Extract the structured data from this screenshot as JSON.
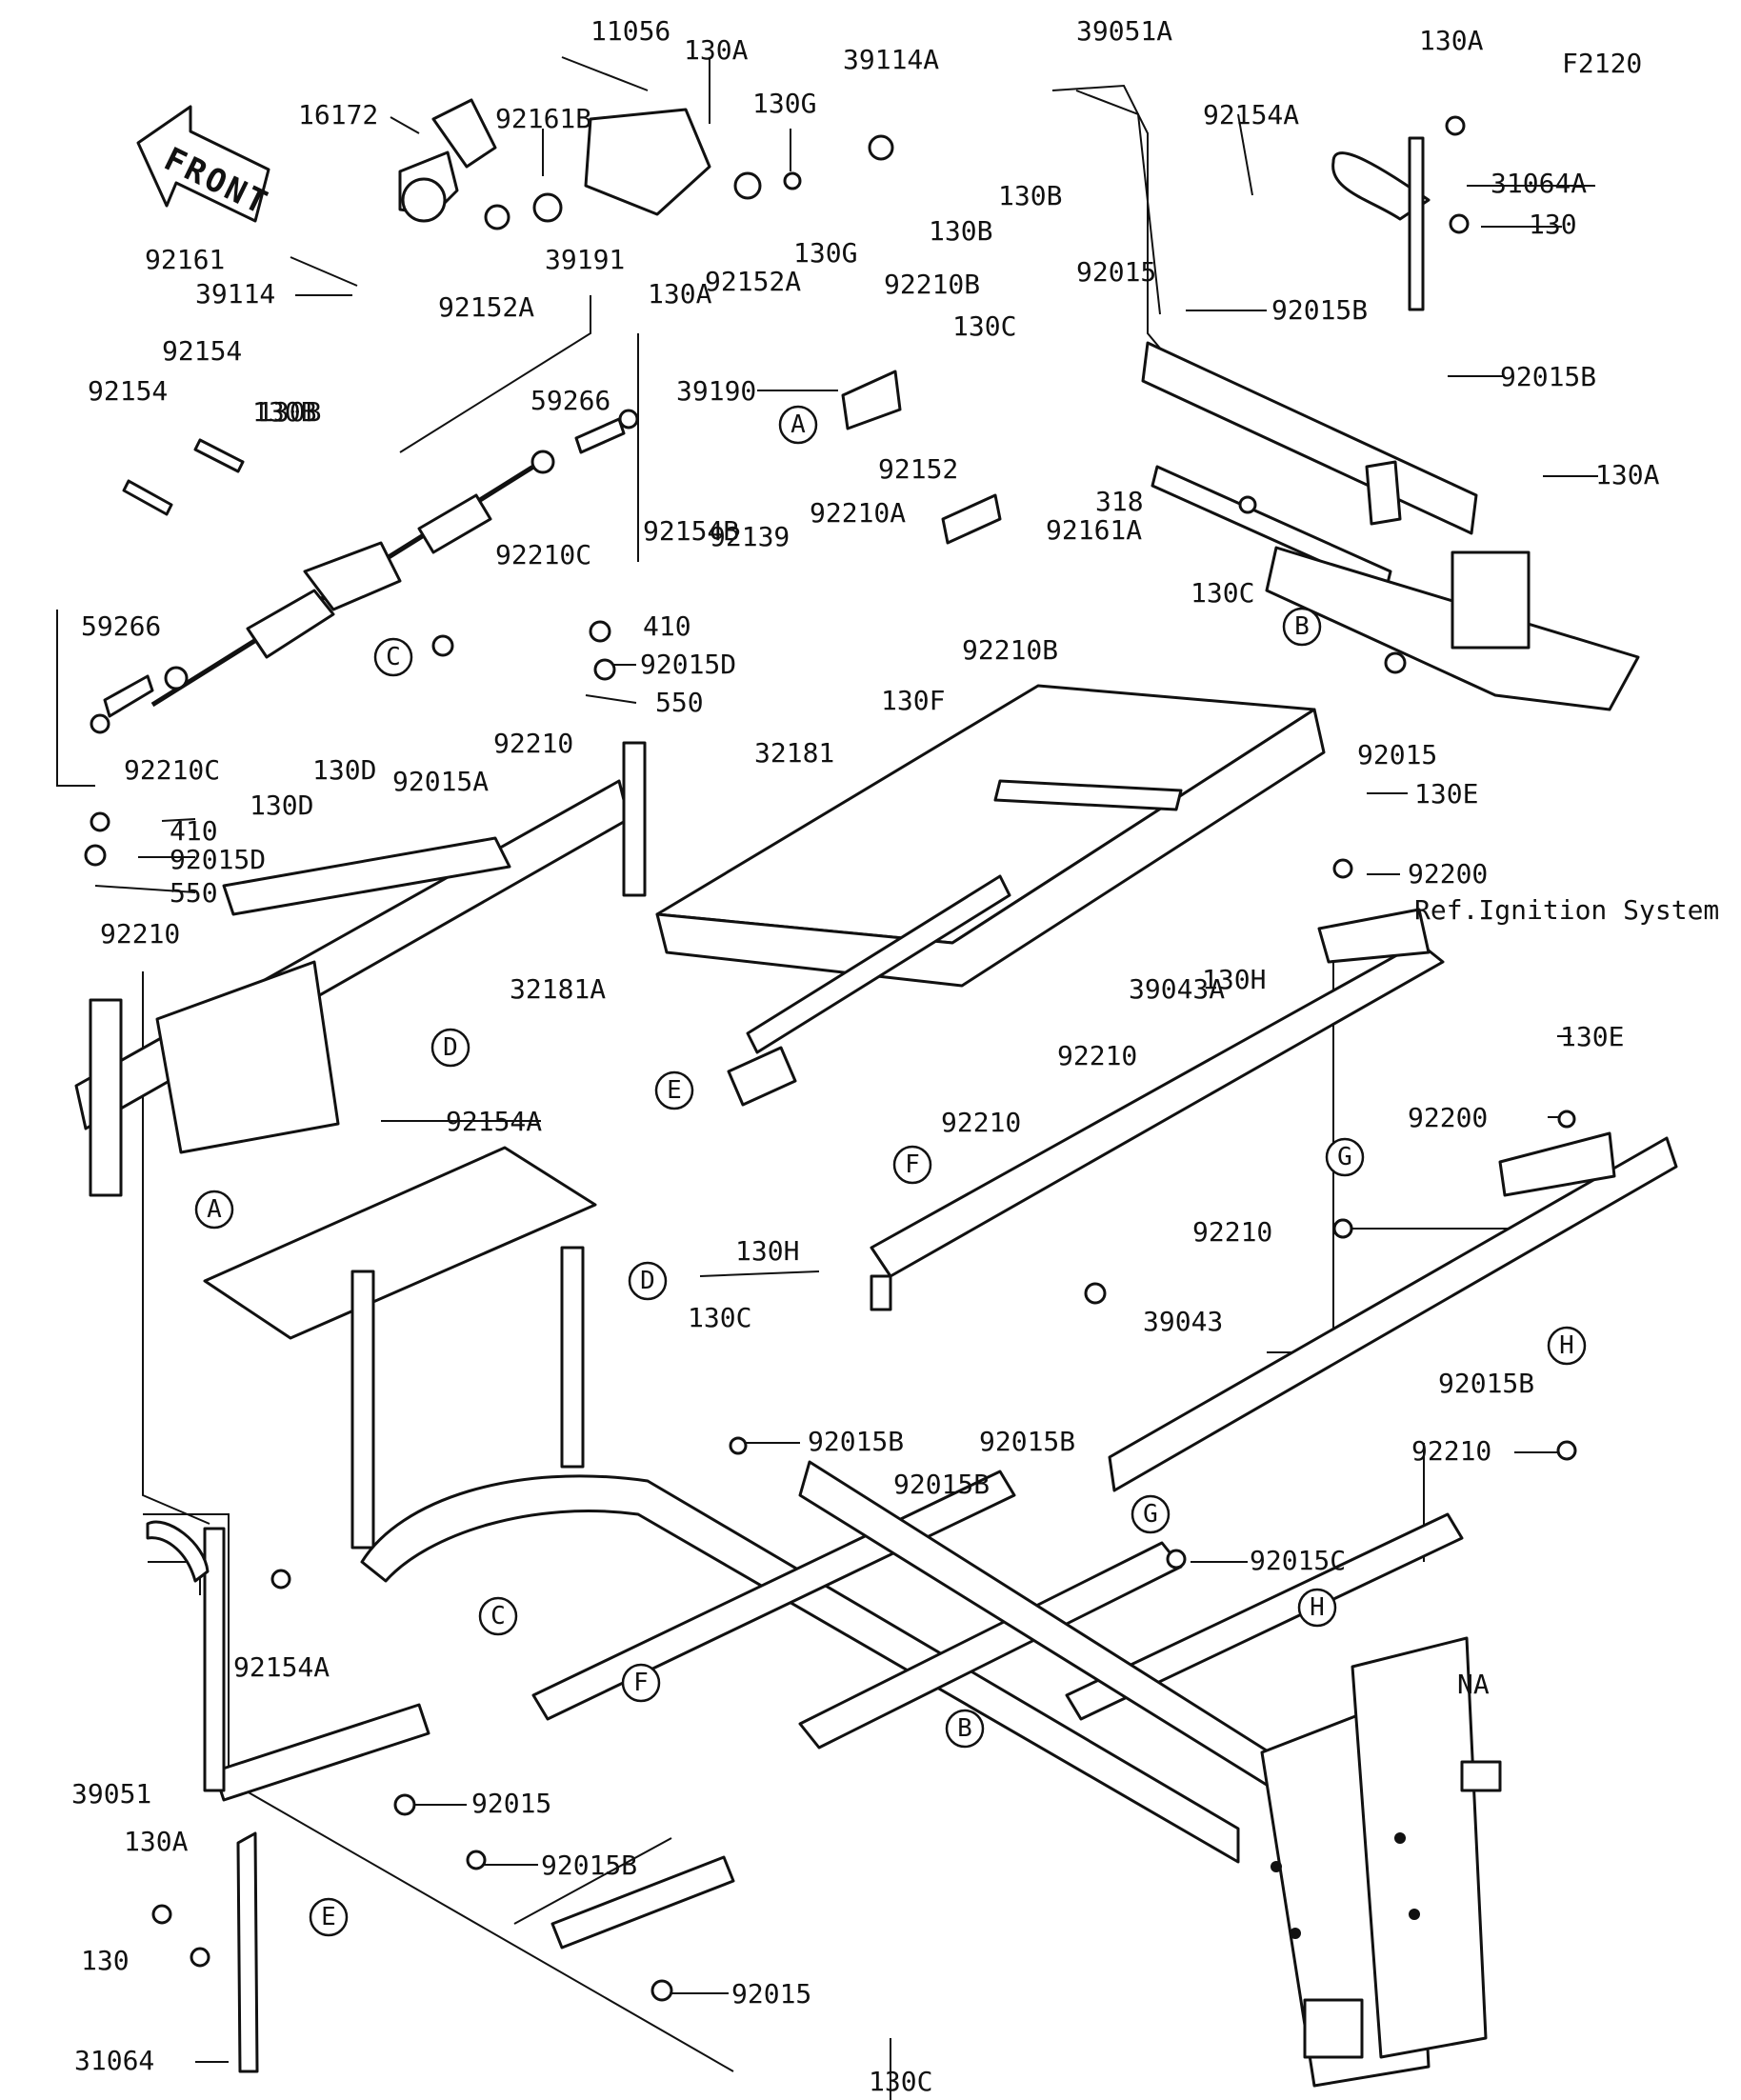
{
  "figure_code": "F2120",
  "front_label": "FRONT",
  "ref_note": "Ref.Ignition System",
  "callouts": [
    "11056",
    "130A",
    "39114A",
    "39051A",
    "130A",
    "16172",
    "92161B",
    "130G",
    "92154A",
    "31064A",
    "130B",
    "130B",
    "130",
    "92161",
    "39114",
    "92152A",
    "92152A",
    "39191",
    "130A",
    "130G",
    "92015",
    "92015B",
    "130B",
    "92210B",
    "130C",
    "92154",
    "130B",
    "59266",
    "92015B",
    "92154",
    "39190",
    "130A",
    "92152",
    "318",
    "92210C",
    "92161A",
    "92154B",
    "92139",
    "92210A",
    "130C",
    "410",
    "92210B",
    "59266",
    "92015D",
    "550",
    "130F",
    "92015",
    "92210C",
    "92015A",
    "32181",
    "92210",
    "130D",
    "130E",
    "130D",
    "410",
    "92200",
    "92015D",
    "550",
    "92210",
    "130H",
    "32181A",
    "92210",
    "39043A",
    "130E",
    "92154A",
    "92210",
    "92200",
    "130H",
    "92210",
    "130C",
    "39043",
    "92015B",
    "92015B",
    "92015B",
    "92015B",
    "92210",
    "92015C",
    "92154A",
    "NA",
    "39051",
    "92015",
    "130A",
    "92015B",
    "130",
    "92015",
    "31064",
    "130C"
  ],
  "reference_circles": [
    "A",
    "A",
    "B",
    "B",
    "C",
    "C",
    "D",
    "D",
    "E",
    "E",
    "F",
    "F",
    "G",
    "G",
    "H",
    "H"
  ]
}
